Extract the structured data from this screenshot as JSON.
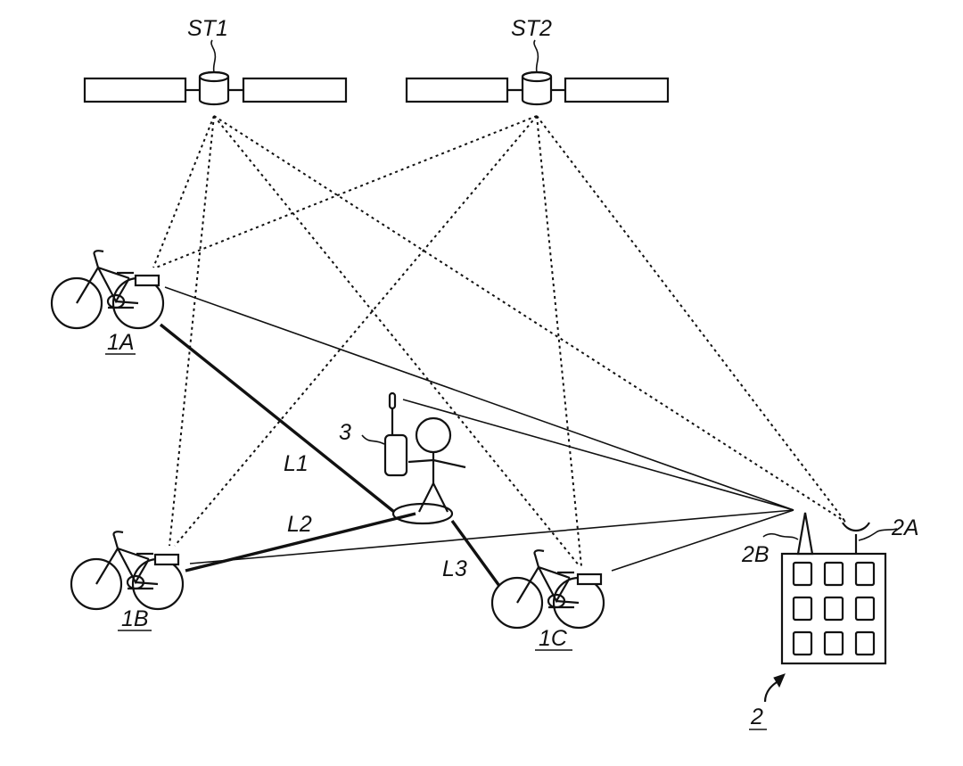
{
  "labels": {
    "satellite_1": "ST1",
    "satellite_2": "ST2",
    "bicycle_a": "1A",
    "bicycle_b": "1B",
    "bicycle_c": "1C",
    "terminal": "3",
    "link_1": "L1",
    "link_2": "L2",
    "link_3": "L3",
    "receiver_antenna": "2A",
    "transmitter_antenna": "2B",
    "building": "2"
  }
}
